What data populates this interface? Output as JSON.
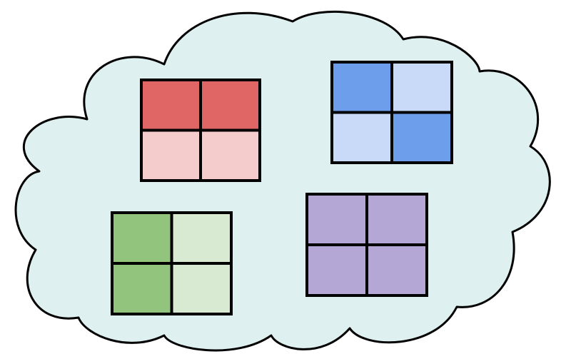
{
  "diagram": {
    "cloud": {
      "fill": "#dff0f0",
      "stroke": "#000000"
    },
    "grids": [
      {
        "name": "red-grid",
        "colors": [
          "#e06666",
          "#e06666",
          "#f4cccc",
          "#f4cccc"
        ]
      },
      {
        "name": "blue-grid",
        "colors": [
          "#6d9eeb",
          "#c9daf8",
          "#c9daf8",
          "#6d9eeb"
        ]
      },
      {
        "name": "green-grid",
        "colors": [
          "#93c47d",
          "#d9ead3",
          "#93c47d",
          "#d9ead3"
        ]
      },
      {
        "name": "purple-grid",
        "colors": [
          "#b4a7d6",
          "#b4a7d6",
          "#b4a7d6",
          "#b4a7d6"
        ]
      }
    ]
  }
}
